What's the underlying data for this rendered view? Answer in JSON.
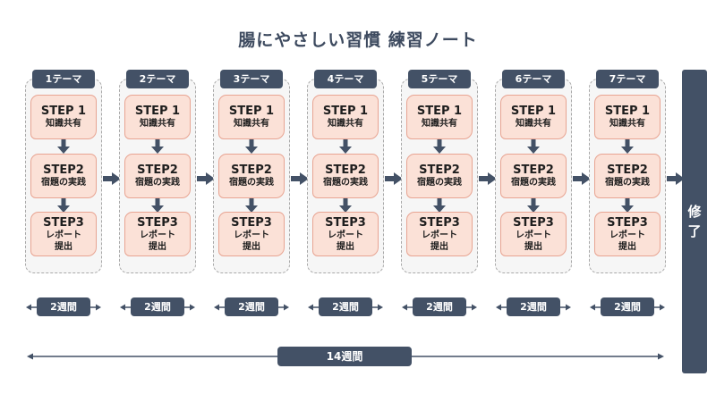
{
  "title": "腸にやさしい習慣 練習ノート",
  "themes": [
    {
      "label": "1テーマ",
      "weeks": "2週間"
    },
    {
      "label": "2テーマ",
      "weeks": "2週間"
    },
    {
      "label": "3テーマ",
      "weeks": "2週間"
    },
    {
      "label": "4テーマ",
      "weeks": "2週間"
    },
    {
      "label": "5テーマ",
      "weeks": "2週間"
    },
    {
      "label": "6テーマ",
      "weeks": "2週間"
    },
    {
      "label": "7テーマ",
      "weeks": "2週間"
    }
  ],
  "steps": [
    {
      "title": "STEP 1",
      "lines": [
        "知識共有"
      ]
    },
    {
      "title": "STEP2",
      "lines": [
        "宿題の実践"
      ]
    },
    {
      "title": "STEP3",
      "lines": [
        "レポート",
        "提出"
      ]
    }
  ],
  "finish_label": "修了",
  "total_weeks": "14週間",
  "colors": {
    "dark": "#435166",
    "step_fill": "#fbe1d7",
    "step_border": "#e8a492",
    "column_bg": "#f6f6f6"
  }
}
